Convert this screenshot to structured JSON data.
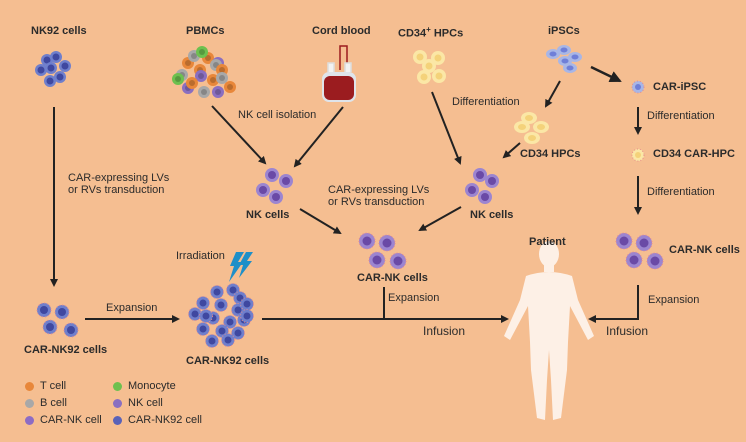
{
  "sources": {
    "nk92": "NK92 cells",
    "pbmc": "PBMCs",
    "cord_blood": "Cord blood",
    "cd34_hpcs_title": "CD34",
    "cd34_hpcs_sup": "+",
    "cd34_hpcs_suffix": " HPCs",
    "ipscs": "iPSCs"
  },
  "steps": {
    "nk_isolation": "NK cell isolation",
    "transduction_left_1": "CAR-expressing LVs",
    "transduction_left_2": "or RVs  transduction",
    "transduction_mid_1": "CAR-expressing LVs",
    "transduction_mid_2": "or RVs  transduction",
    "differentiation_1": "Differentiation",
    "differentiation_2": "Differentiation",
    "differentiation_3": "Differentiation",
    "irradiation": "Irradiation",
    "expansion_left": "Expansion",
    "expansion_mid": "Expansion",
    "expansion_right": "Expansion",
    "infusion_mid": "Infusion",
    "infusion_right": "Infusion"
  },
  "nodes": {
    "nk_cells_pbmc": "NK cells",
    "nk_cells_hpc": "NK cells",
    "cd34_hpcs": "CD34 HPCs",
    "car_ipsc": "CAR-iPSC",
    "cd34_car_hpc": "CD34 CAR-HPC",
    "car_nk_mid": "CAR-NK cells",
    "car_nk_right": "CAR-NK cells",
    "car_nk92_left": "CAR-NK92 cells",
    "car_nk92_expanded": "CAR-NK92 cells",
    "patient": "Patient"
  },
  "legend": [
    {
      "label": "T cell",
      "color": "#e8873a"
    },
    {
      "label": "Monocyte",
      "color": "#6dc04f"
    },
    {
      "label": "B cell",
      "color": "#a8a8a8"
    },
    {
      "label": "NK cell",
      "color": "#8a6fc0"
    },
    {
      "label": "CAR-NK cell",
      "color": "#8d6cc4"
    },
    {
      "label": "CAR-NK92 cell",
      "color": "#5a62b8"
    }
  ],
  "colors": {
    "background": "#f5be91",
    "arrow": "#222222",
    "nk92": "#6f7fcc",
    "nk": "#9c85d0",
    "hpc": "#fbe7a6",
    "ipsc": "#a8b6e6",
    "blood": "#9b1c1f",
    "lightning": "#1e8fc8",
    "body": "#fdf0e6"
  }
}
